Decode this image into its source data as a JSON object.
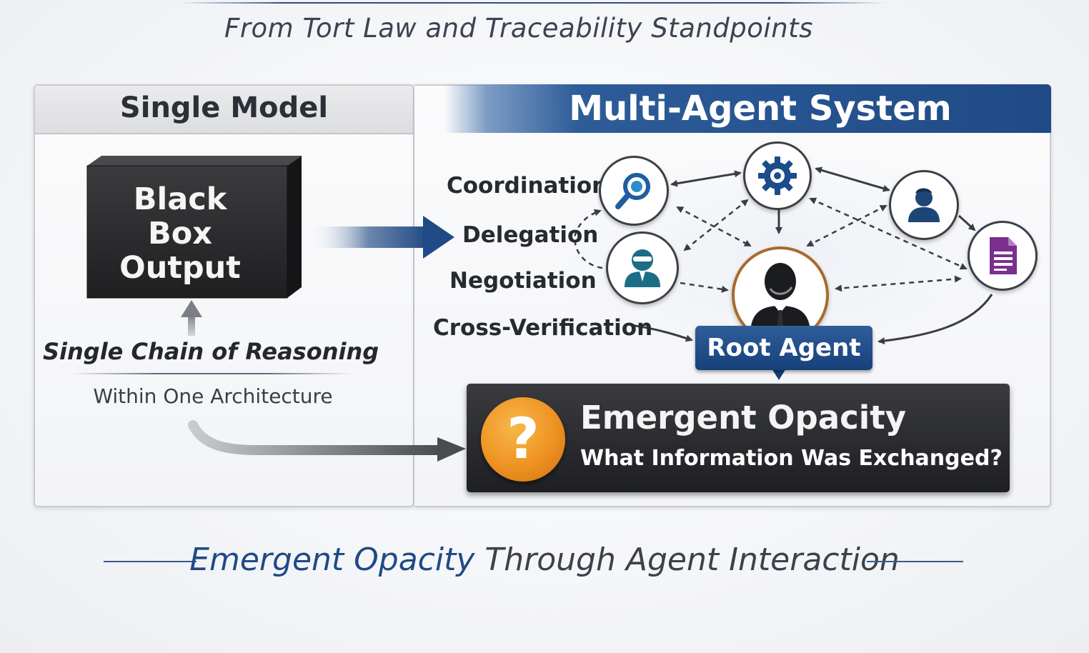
{
  "subtitle": "From Tort Law and Traceability Standpoints",
  "single_model": {
    "header": "Single Model",
    "black_box_lines": [
      "Black",
      "Box",
      "Output"
    ],
    "chain_text": "Single Chain of Reasoning",
    "architecture_text": "Within One Architecture"
  },
  "multi_agent": {
    "header": "Multi-Agent System",
    "processes": [
      "Coordination",
      "Delegation",
      "Negotiation",
      "Cross-Verification"
    ],
    "root_agent_label": "Root Agent",
    "agent_icons": [
      "magnifier-icon",
      "gear-icon",
      "person-icon",
      "document-icon",
      "masked-agent-icon",
      "root-agent-icon"
    ]
  },
  "emergent": {
    "question_mark": "?",
    "title": "Emergent Opacity",
    "question": "What Information Was Exchanged?"
  },
  "bottom_title": {
    "accent": "Emergent Opacity",
    "rest": " Through Agent Interaction"
  },
  "colors": {
    "navy": "#1f4a85",
    "orange": "#ee9222",
    "dark": "#2a2b2f"
  }
}
